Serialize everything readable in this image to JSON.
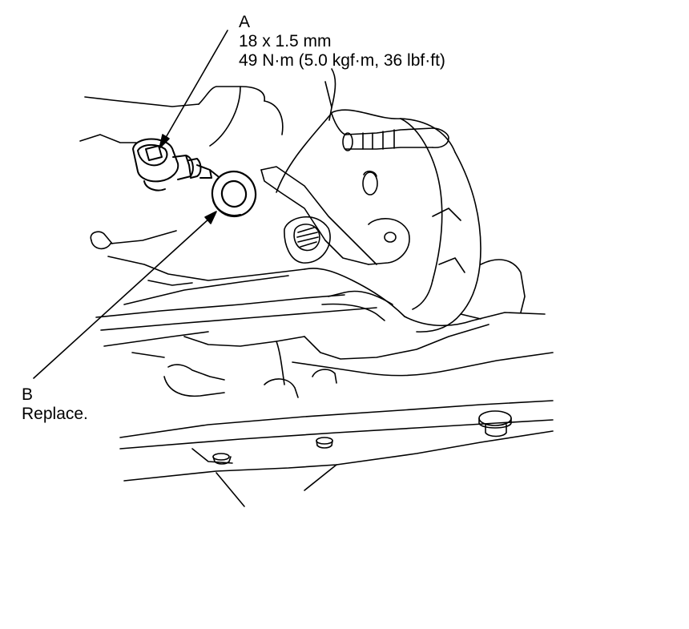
{
  "diagram": {
    "line_color": "#000000",
    "background": "#ffffff",
    "callouts": [
      {
        "letter": "A",
        "lines": [
          "18 x 1.5 mm",
          "49 N·m (5.0 kgf·m, 36 lbf·ft)"
        ]
      },
      {
        "letter": "B",
        "lines": [
          "Replace."
        ]
      }
    ]
  }
}
